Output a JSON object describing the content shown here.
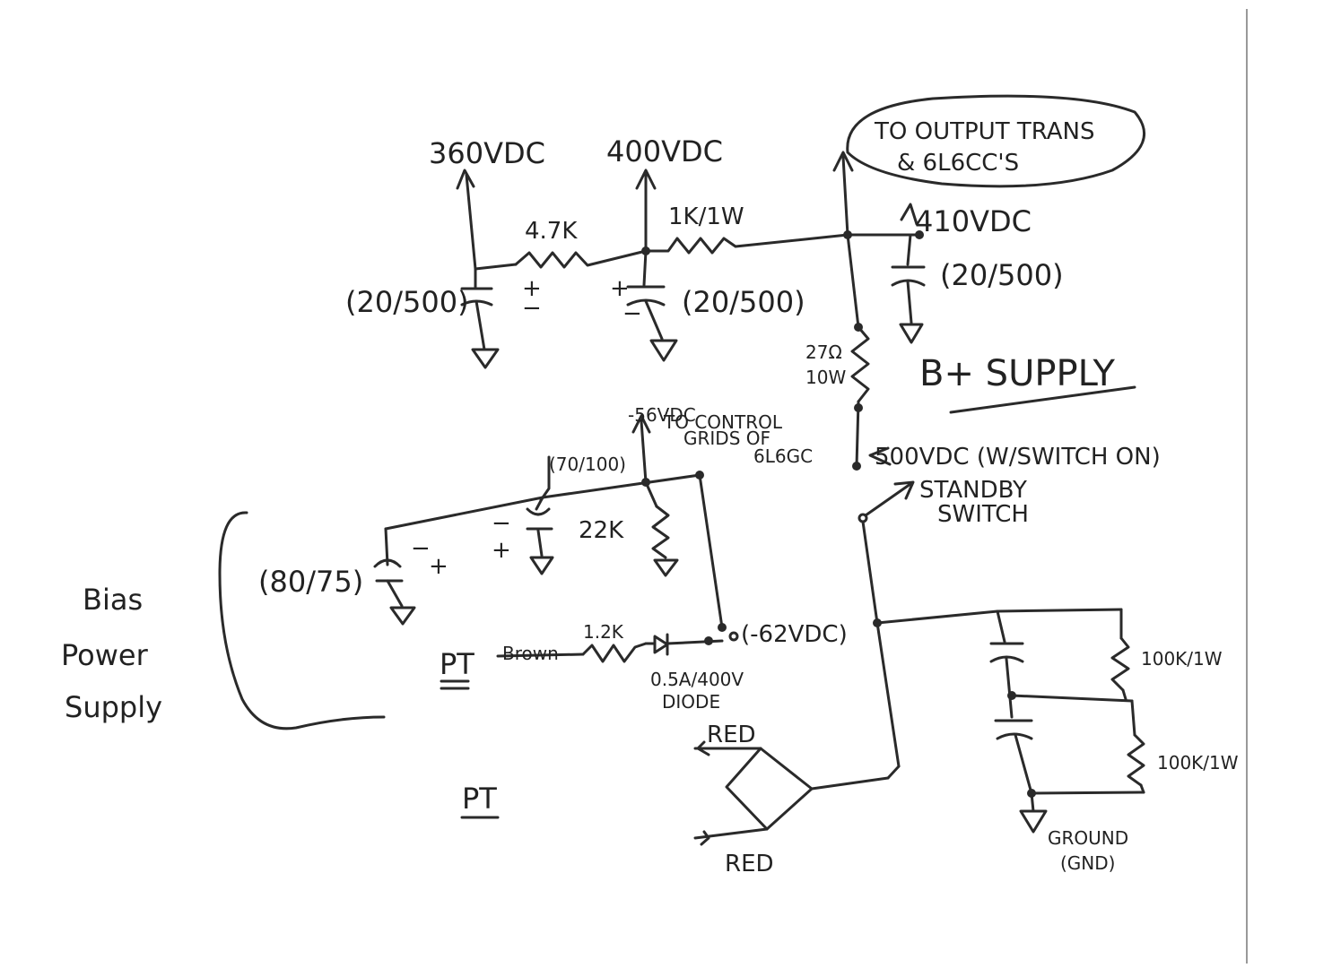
{
  "supply_points": {
    "v360": "360VDC",
    "v400": "400VDC",
    "v410": "410VDC",
    "v500": "500VDC (W/SWITCH ON)",
    "neg56": "-56VDC",
    "neg62": "(-62VDC)"
  },
  "output": {
    "line1": "TO OUTPUT TRANS",
    "line2": "& 6L6CC'S"
  },
  "control_grids": {
    "line1": "TO CONTROL",
    "line2": "GRIDS OF",
    "line3": "6L6GC"
  },
  "resistors": {
    "r47k": "4.7K",
    "r1k": "1K/1W",
    "r27": "27Ω",
    "r27w": "10W",
    "r22k": "22K",
    "r12k": "1.2K",
    "r100a": "100K/1W",
    "r100b": "100K/1W"
  },
  "capacitors": {
    "c1": "(20/500)",
    "c2": "(20/500)",
    "c3": "(20/500)",
    "c4": "(70/100)",
    "c5": "(80/75)"
  },
  "diode": {
    "line1": "0.5A/400V",
    "line2": "DIODE"
  },
  "labels": {
    "b_supply": "B+ SUPPLY",
    "standby1": "STANDBY",
    "standby2": "SWITCH",
    "bias1": "Bias",
    "bias2": "Power",
    "bias3": "Supply",
    "pt1": "PT",
    "pt2": "PT",
    "brown": "Brown",
    "red1": "RED",
    "red2": "RED",
    "ground1": "GROUND",
    "ground2": "(GND)"
  }
}
